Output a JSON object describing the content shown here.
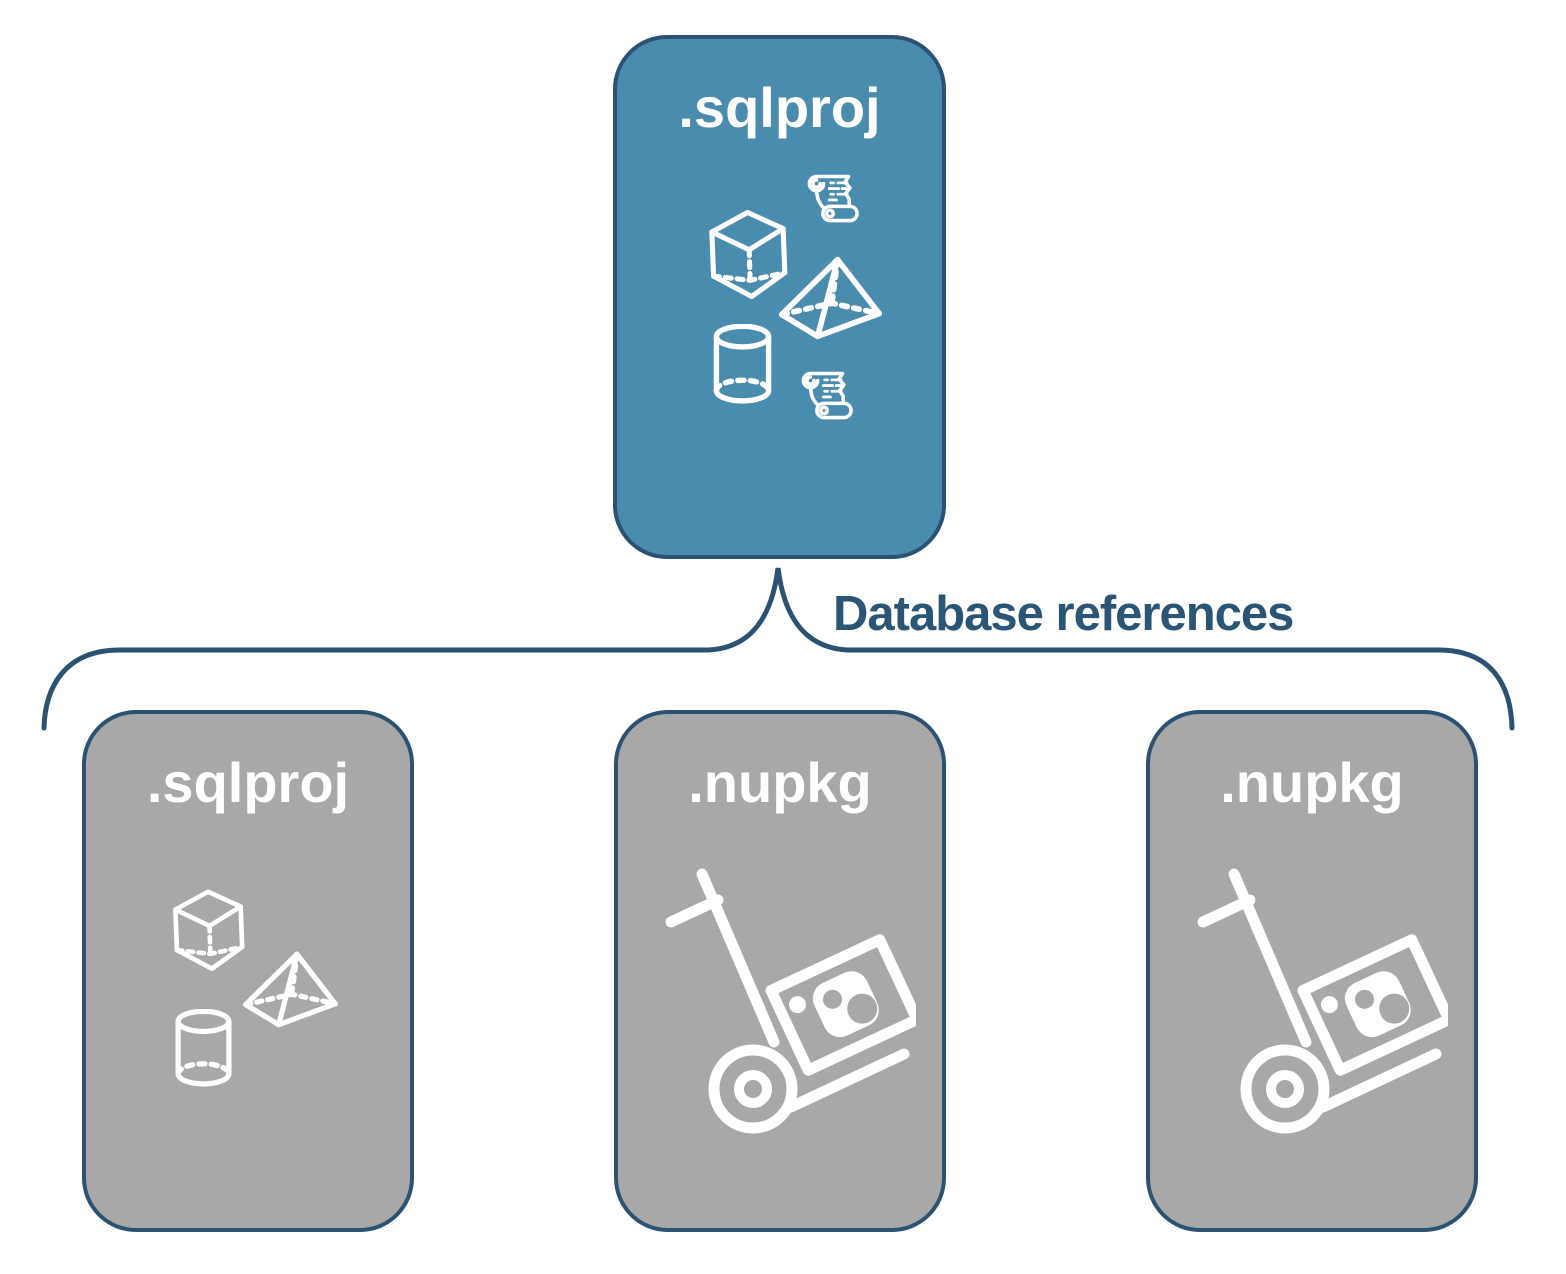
{
  "diagram": {
    "root_card": {
      "label": ".sqlproj",
      "icons": [
        "scroll-icon",
        "cube-icon",
        "pyramid-icon",
        "cylinder-icon",
        "scroll-icon"
      ],
      "fill": "#4A8CAD"
    },
    "connector": {
      "type": "brace",
      "label": "Database references",
      "line_color": "#2B5273",
      "label_color": "#2B5574"
    },
    "child_cards": [
      {
        "label": ".sqlproj",
        "icons": [
          "cube-icon",
          "pyramid-icon",
          "cylinder-icon"
        ],
        "fill": "#A8A8A8"
      },
      {
        "label": ".nupkg",
        "icons": [
          "nuget-package-dolly-icon"
        ],
        "fill": "#A8A8A8"
      },
      {
        "label": ".nupkg",
        "icons": [
          "nuget-package-dolly-icon"
        ],
        "fill": "#A8A8A8"
      }
    ],
    "colors": {
      "outline": "#2B5273",
      "card_label_text": "#FFFFFF",
      "icon_stroke": "#FFFFFF",
      "background": "#FFFFFF"
    }
  }
}
